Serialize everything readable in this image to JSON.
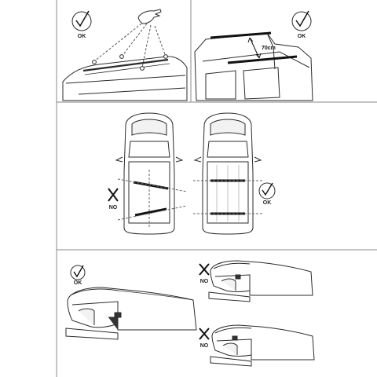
{
  "marks": {
    "ok": "OK",
    "no": "NO"
  },
  "measurement": {
    "distance": "70cm"
  },
  "icons": {
    "check": "check-circle-icon",
    "cross": "cross-mark-icon"
  },
  "colors": {
    "line": "#2b2b2b",
    "divider": "#8a8a8a",
    "guide": "#555555",
    "fill_light": "#f2f2f2",
    "fill_dark": "#333333"
  }
}
